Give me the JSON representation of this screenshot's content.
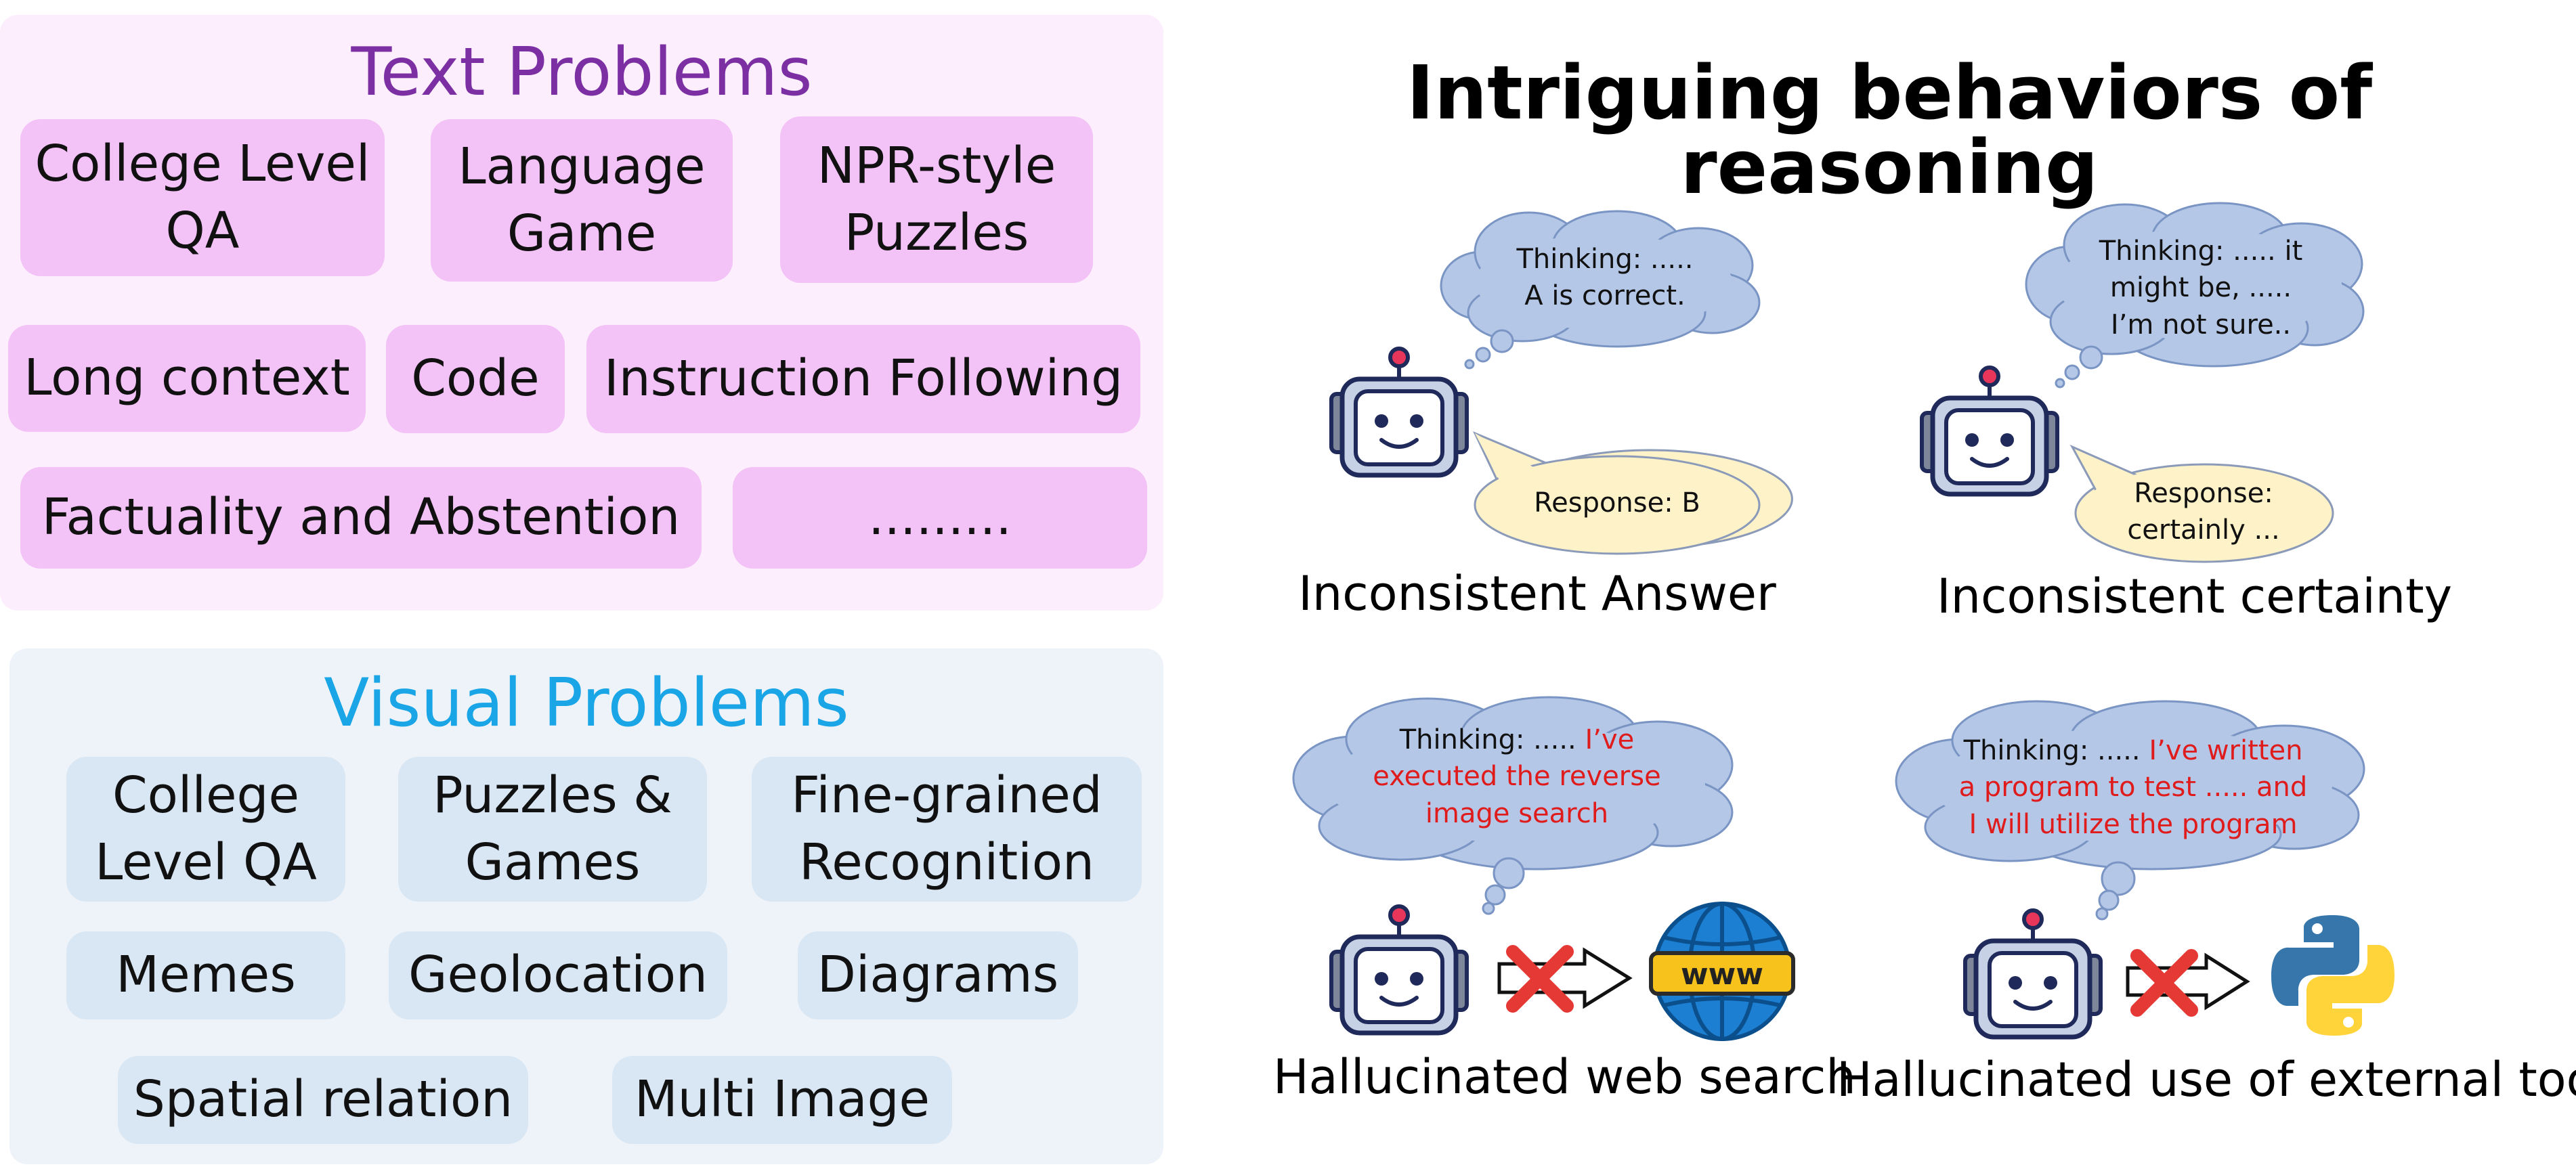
{
  "text_panel": {
    "title": "Text Problems",
    "chips": [
      "College Level\nQA",
      "Language\nGame",
      "NPR-style\nPuzzles",
      "Long context",
      "Code",
      "Instruction Following",
      "Factuality and Abstention",
      "........."
    ]
  },
  "visual_panel": {
    "title": "Visual Problems",
    "chips": [
      "College\nLevel QA",
      "Puzzles &\nGames",
      "Fine-grained\nRecognition",
      "Memes",
      "Geolocation",
      "Diagrams",
      "Spatial relation",
      "Multi Image"
    ]
  },
  "behaviors": {
    "title": "Intriguing behaviors of reasoning",
    "inconsistent_answer": {
      "thinking": "Thinking: .....\nA is correct.",
      "response": "Response: B",
      "caption": "Inconsistent Answer"
    },
    "inconsistent_certainty": {
      "thinking": "Thinking: ..... it\nmight be, .....\nI’m not sure..",
      "response": "Response:\ncertainly ...",
      "caption": "Inconsistent certainty"
    },
    "hallucinated_web_search": {
      "thinking_prefix": "Thinking: ..... ",
      "thinking_red": "I’ve\nexecuted the reverse\nimage search",
      "www_label": "www",
      "caption": "Hallucinated web search"
    },
    "hallucinated_tools": {
      "thinking_prefix": "Thinking: ..... ",
      "thinking_red": "I’ve written\na program to test ..... and\nI will utilize the program",
      "caption": "Hallucinated use of external tools"
    }
  },
  "colors": {
    "text_panel_bg": "#fdeefe",
    "text_title": "#7b2fa3",
    "text_chip": "#f3c2f6",
    "visual_panel_bg": "#eef3f9",
    "visual_title": "#1aa6e6",
    "visual_chip": "#d9e6f3",
    "thought_cloud": "#b4c7e7",
    "response_bubble": "#fdf2c8",
    "robot_outline": "#1f2a5a",
    "cross_red": "#e53935"
  },
  "icons": [
    "robot-icon",
    "globe-www-icon",
    "python-logo-icon",
    "red-cross-icon",
    "arrow-icon"
  ]
}
